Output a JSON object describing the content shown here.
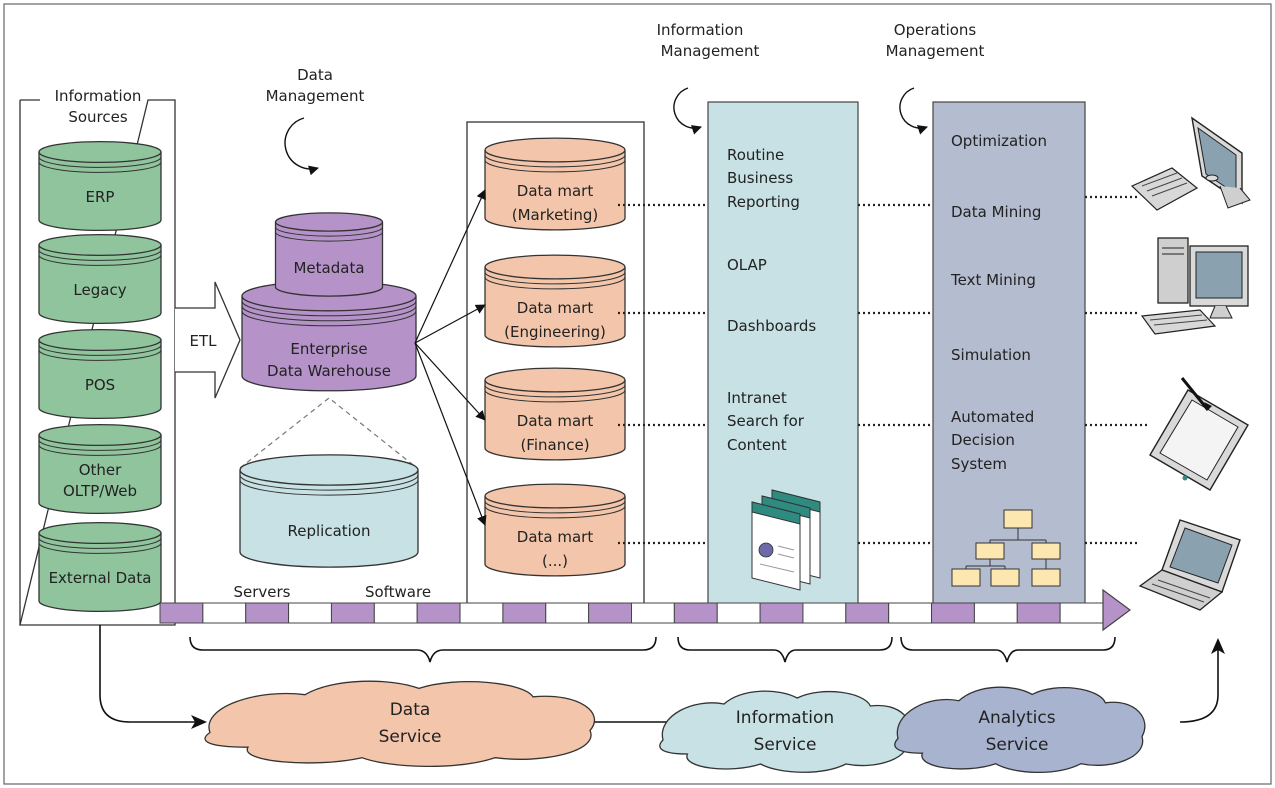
{
  "colors": {
    "source_db": "#8fc49c",
    "warehouse": "#b593c9",
    "replication": "#c7e1e4",
    "datamart": "#f3c6ab",
    "info_mgmt_panel": "#c7e1e4",
    "ops_panel": "#b4bccf",
    "data_service_cloud": "#f3c6ab",
    "info_service_cloud": "#c7e1e4",
    "analytics_cloud": "#a8b4cf",
    "band_filled": "#b593c9"
  },
  "sources": {
    "title_line1": "Information",
    "title_line2": "Sources",
    "items": [
      "ERP",
      "Legacy",
      "POS",
      "Other OLTP/Web",
      "External Data"
    ],
    "other_line1": "Other",
    "other_line2": "OLTP/Web"
  },
  "etl_label": "ETL",
  "data_management": {
    "line1": "Data",
    "line2": "Management"
  },
  "warehouse": {
    "metadata": "Metadata",
    "edw_line1": "Enterprise",
    "edw_line2": "Data Warehouse",
    "replication": "Replication"
  },
  "datamarts": [
    {
      "line1": "Data mart",
      "line2": "(Marketing)"
    },
    {
      "line1": "Data mart",
      "line2": "(Engineering)"
    },
    {
      "line1": "Data mart",
      "line2": "(Finance)"
    },
    {
      "line1": "Data mart",
      "line2": "(...)"
    }
  ],
  "information_management": {
    "title_line1": "Information",
    "title_line2": "Management",
    "item1_l1": "Routine",
    "item1_l2": "Business",
    "item1_l3": "Reporting",
    "item2": "OLAP",
    "item3": "Dashboards",
    "item4_l1": "Intranet",
    "item4_l2": "Search for",
    "item4_l3": "Content"
  },
  "operations_management": {
    "title_line1": "Operations",
    "title_line2": "Management",
    "item1": "Optimization",
    "item2": "Data Mining",
    "item3": "Text Mining",
    "item4": "Simulation",
    "item5_l1": "Automated",
    "item5_l2": "Decision",
    "item5_l3": "System"
  },
  "band": {
    "servers": "Servers",
    "software": "Software"
  },
  "services": {
    "data_l1": "Data",
    "data_l2": "Service",
    "info_l1": "Information",
    "info_l2": "Service",
    "analytics_l1": "Analytics",
    "analytics_l2": "Service"
  },
  "devices": [
    "desktop-computer-icon",
    "workstation-icon",
    "tablet-pen-icon",
    "laptop-icon"
  ]
}
